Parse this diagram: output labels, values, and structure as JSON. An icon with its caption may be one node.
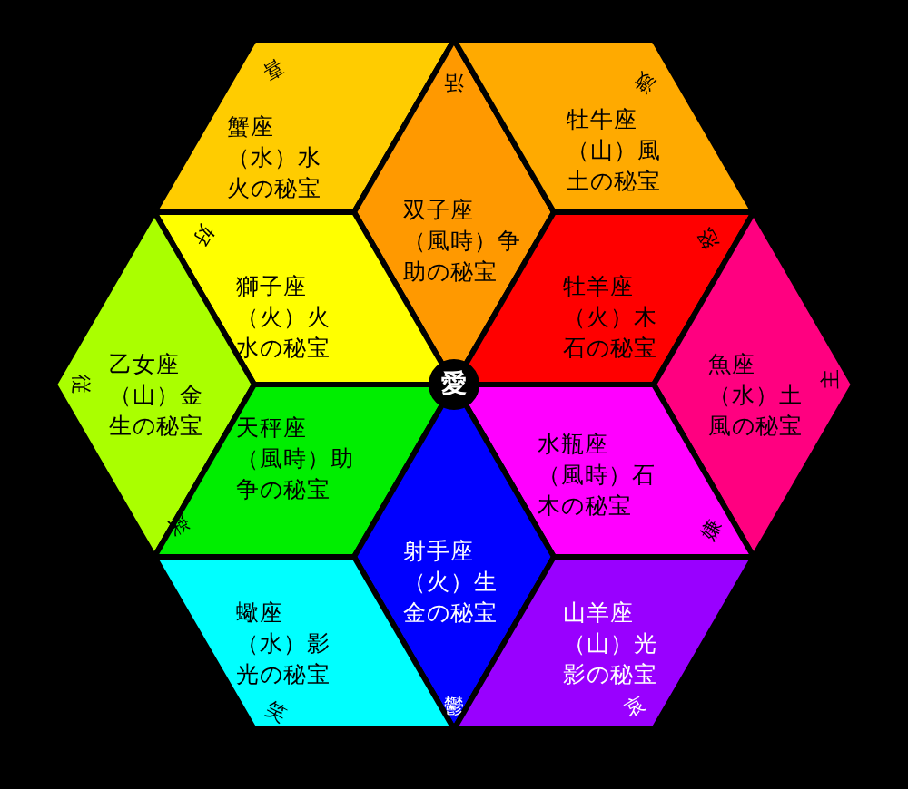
{
  "diagram": {
    "nodes": [
      {
        "text": [
          "蟹座（水）水火の秘宝",
          "喜"
        ]
      },
      {
        "text": [
          "双子座（風時）争助の秘宝",
          "活"
        ]
      },
      {
        "text": [
          "牡牛座（山）風土の秘宝",
          "激"
        ]
      },
      {
        "text": [
          "獅子座（火）火水の秘宝",
          "好"
        ]
      },
      {
        "text": [
          "牡羊座（火）木石の秘宝",
          "怒"
        ]
      },
      {
        "text": [
          "乙女座（山）金生の秘宝",
          "従"
        ]
      },
      {
        "text": [
          "愛"
        ]
      },
      {
        "text": [
          "魚座（水）土風の秘宝",
          "主"
        ]
      },
      {
        "text": [
          "天秤座（風時）助争の秘宝",
          "楽"
        ]
      },
      {
        "text": [
          "水瓶座（風時）石木の秘宝",
          "嫌"
        ]
      },
      {
        "text": [
          "射手座（火）生金の秘宝",
          "鬱"
        ]
      },
      {
        "text": [
          "蠍座（水）影光の秘宝",
          "笑"
        ]
      },
      {
        "text": [
          "山羊座（山）光影の秘宝",
          "哀"
        ]
      }
    ]
  }
}
